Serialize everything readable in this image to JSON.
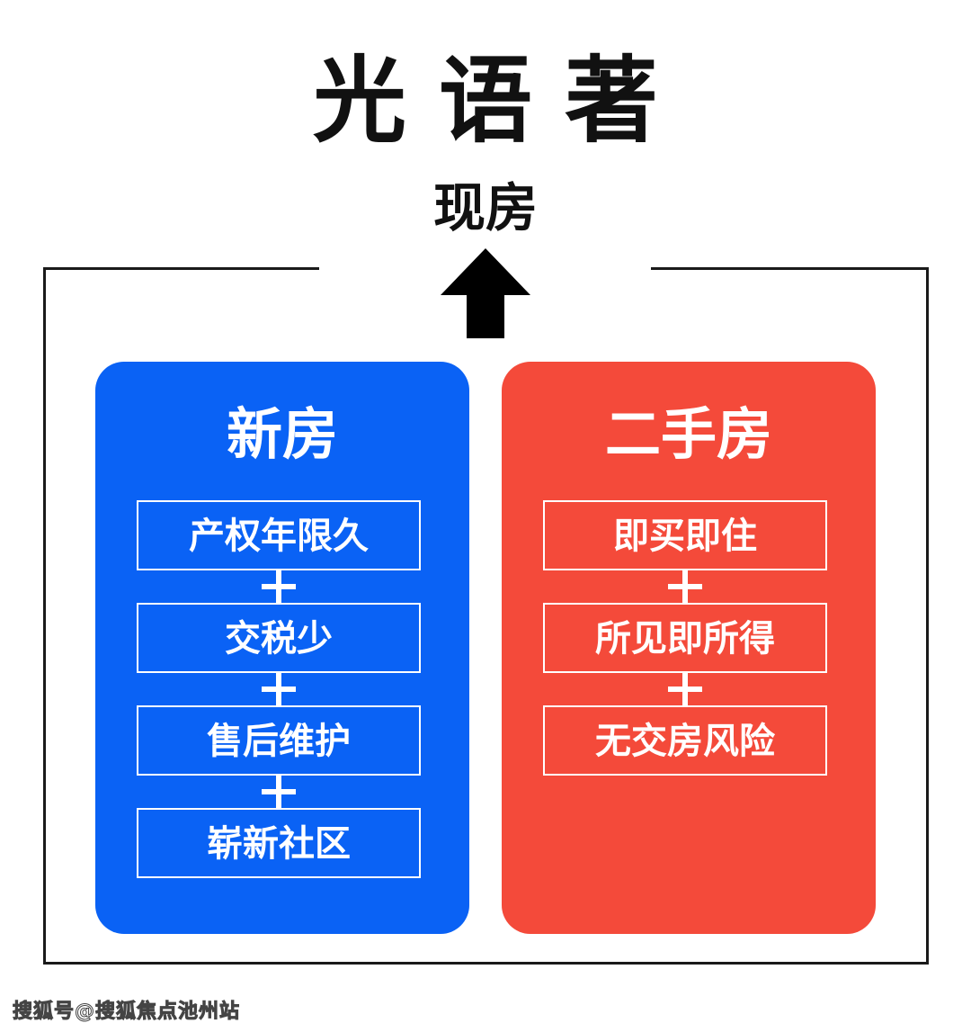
{
  "title": "光语著",
  "subtitle": "现房",
  "colors": {
    "new_panel": "#0a62f5",
    "used_panel": "#f44a3a",
    "frame": "#1a1a1a",
    "text_dark": "#111111"
  },
  "panels": {
    "new": {
      "title": "新房",
      "items": [
        "产权年限久",
        "交税少",
        "售后维护",
        "崭新社区"
      ]
    },
    "used": {
      "title": "二手房",
      "items": [
        "即买即住",
        "所见即所得",
        "无交房风险"
      ]
    }
  },
  "separator_symbol": "plus-icon",
  "arrow_icon": "arrow-up-icon",
  "watermark": "搜狐号@搜狐焦点池州站"
}
